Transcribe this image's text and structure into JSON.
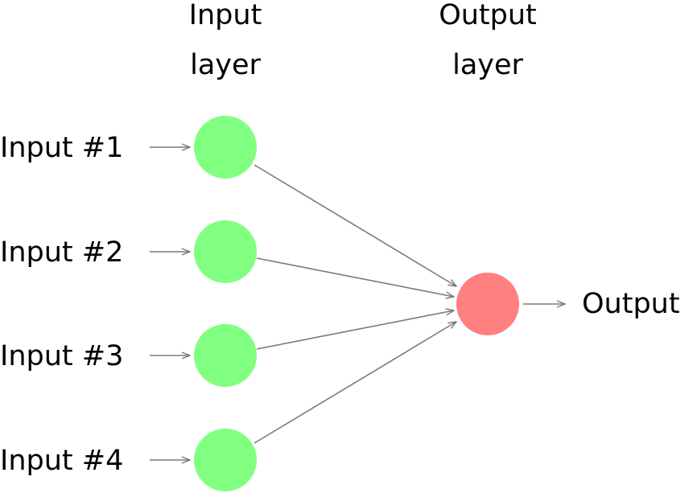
{
  "headers": {
    "input_layer": [
      "Input",
      "layer"
    ],
    "output_layer": [
      "Output",
      "layer"
    ]
  },
  "inputs": [
    {
      "label": "Input #1"
    },
    {
      "label": "Input #2"
    },
    {
      "label": "Input #3"
    },
    {
      "label": "Input #4"
    }
  ],
  "output": {
    "label": "Output"
  },
  "colors": {
    "input_node": "#80ff80",
    "output_node": "#ff8080",
    "edge": "#7a7a7a",
    "text": "#000000"
  }
}
